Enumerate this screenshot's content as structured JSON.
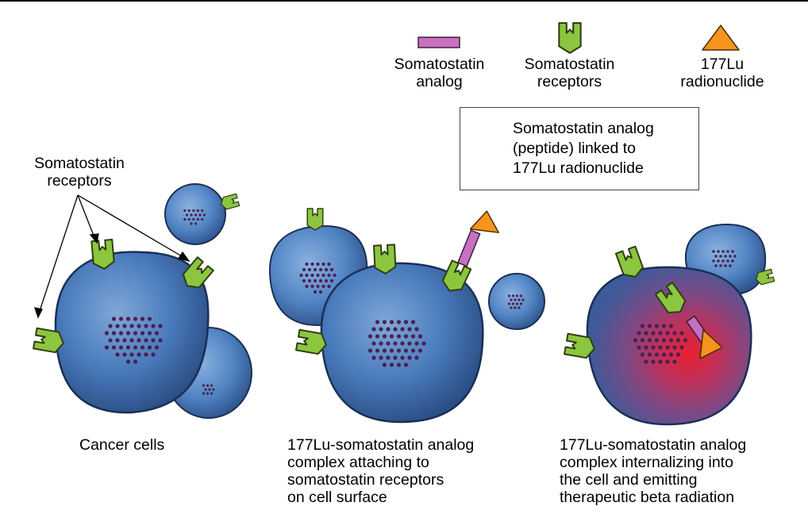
{
  "legend": {
    "analog_label": "Somatostatin\nanalog",
    "receptors_label": "Somatostatin\nreceptors",
    "radionuclide_label": "177Lu\nradionuclide",
    "box_label": "Somatostatin analog\n(peptide) linked to\n177Lu radionuclide"
  },
  "panels": {
    "receptors_callout": "Somatostatin\nreceptors",
    "panel1_caption": "Cancer cells",
    "panel2_caption": "177Lu-somatostatin analog\ncomplex attaching to\nsomatostatin receptors\non cell surface",
    "panel3_caption": "177Lu-somatostatin analog\ncomplex internalizing into\nthe cell and emitting\ntherapeutic beta radiation"
  },
  "colors": {
    "cell_blue": "#3f6fae",
    "receptor_green": "#8cc63f",
    "analog_pink": "#c86fc1",
    "lu_orange": "#f7941d",
    "nucleus_purple": "#4a2050",
    "radiation_red": "#e01e2b"
  }
}
